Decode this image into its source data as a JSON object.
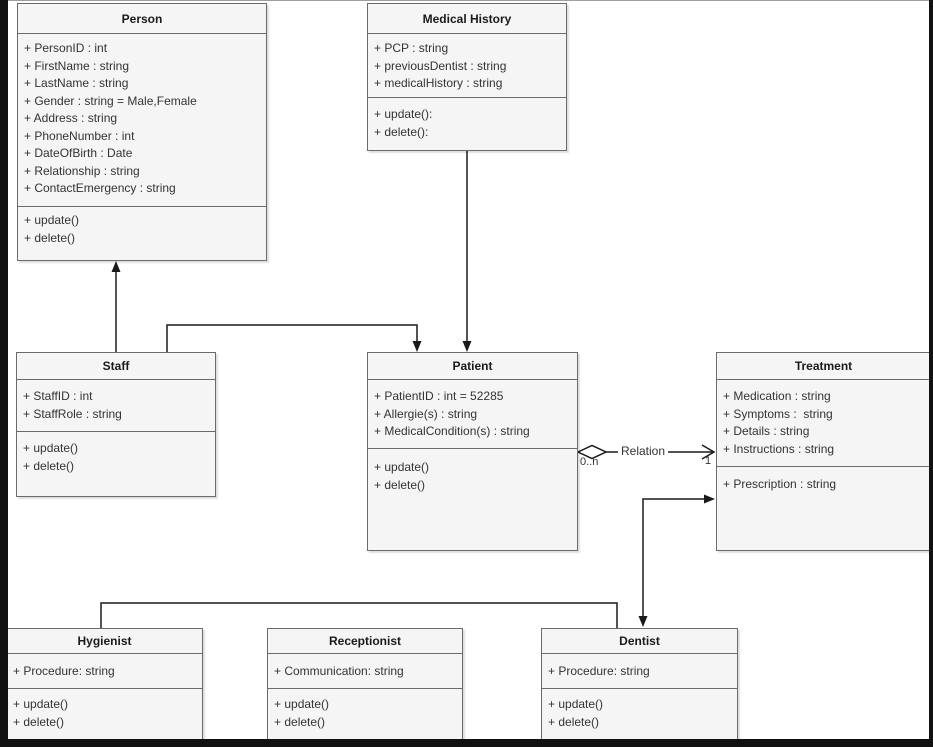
{
  "diagram": {
    "background_color": "#ffffff",
    "frame_color": "#111111",
    "box_fill_color": "#f5f5f5",
    "box_border_color": "#6b6b6b",
    "connector_color": "#1a1a1a",
    "title_text_color": "#1a1a1a",
    "member_text_color": "#333333"
  },
  "classes": {
    "person": {
      "title": "Person",
      "attributes": [
        "+ PersonID : int",
        "+ FirstName : string",
        "+ LastName : string",
        "+ Gender : string = Male,Female",
        "+ Address : string",
        "+ PhoneNumber : int",
        "+ DateOfBirth : Date",
        "+ Relationship : string",
        "+ ContactEmergency : string"
      ],
      "methods": [
        "+ update()",
        "+ delete()"
      ]
    },
    "medical_history": {
      "title": "Medical History",
      "attributes": [
        "+ PCP : string",
        "+ previousDentist : string",
        "+ medicalHistory : string"
      ],
      "methods": [
        "+ update():",
        "+ delete():"
      ]
    },
    "staff": {
      "title": "Staff",
      "attributes": [
        "+ StaffID : int",
        "+ StaffRole : string"
      ],
      "methods": [
        "+ update()",
        "+ delete()"
      ]
    },
    "patient": {
      "title": "Patient",
      "attributes": [
        "+ PatientID : int = 52285",
        "+ Allergie(s) : string",
        "+ MedicalCondition(s) : string"
      ],
      "methods": [
        "+ update()",
        "+ delete()"
      ]
    },
    "treatment": {
      "title": "Treatment",
      "attributes": [
        "+ Medication : string",
        "+ Symptoms :  string",
        "+ Details : string",
        "+ Instructions : string"
      ],
      "methods": [
        "+ Prescription : string"
      ]
    },
    "hygienist": {
      "title": "Hygienist",
      "attributes": [
        "+ Procedure: string"
      ],
      "methods": [
        "+ update()",
        "+ delete()"
      ]
    },
    "receptionist": {
      "title": "Receptionist",
      "attributes": [
        "+ Communication: string"
      ],
      "methods": [
        "+ update()",
        "+ delete()"
      ]
    },
    "dentist": {
      "title": "Dentist",
      "attributes": [
        "+ Procedure: string"
      ],
      "methods": [
        "+ update()",
        "+ delete()"
      ]
    }
  },
  "relation": {
    "label": "Relation",
    "source_multiplicity": "0..n",
    "target_multiplicity": "1"
  }
}
